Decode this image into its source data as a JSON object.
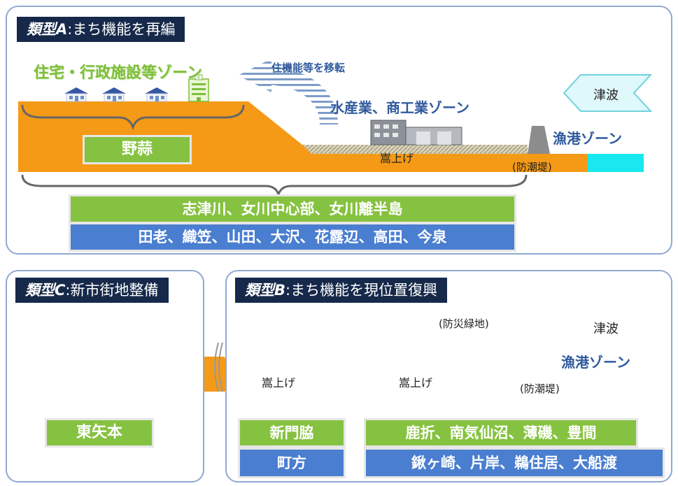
{
  "type_a": {
    "title_prefix": "類型A",
    "title_suffix": ":まち機能を再編",
    "residential_zone": "住宅・行政施設等ゾーン",
    "relocate_note": "住機能等を移転",
    "industry_zone": "水産業、商工業ゾーン",
    "fishing_zone": "漁港ゾーン",
    "tsunami": "津波",
    "raise_ground": "嵩上げ",
    "seawall": "(防潮堤)",
    "highland_area": "野蒜",
    "areas_green": "志津川、女川中心部、女川離半島",
    "areas_blue": "田老、織笠、山田、大沢、花露辺、高田、今泉"
  },
  "type_c": {
    "title_prefix": "類型C",
    "title_suffix": ":新市街地整備",
    "area": "東矢本"
  },
  "type_b": {
    "title_prefix": "類型B",
    "title_suffix": ":まち機能を現位置復興",
    "green_belt": "(防災緑地)",
    "tsunami": "津波",
    "fishing_zone": "漁港ゾーン",
    "raise_ground_1": "嵩上げ",
    "raise_ground_2": "嵩上げ",
    "seawall": "(防潮堤)",
    "area_left_green": "新門脇",
    "area_left_blue": "町方",
    "area_right_green": "鹿折、南気仙沼、薄磯、豊間",
    "area_right_blue": "鍬ヶ崎、片岸、鵜住居、大船渡"
  },
  "colors": {
    "ground": "#f59a16",
    "sea": "#19e8f0",
    "navy": "#16294a",
    "green": "#86c241",
    "blue": "#4a7ed0",
    "panel_border": "#8fa9d2"
  }
}
